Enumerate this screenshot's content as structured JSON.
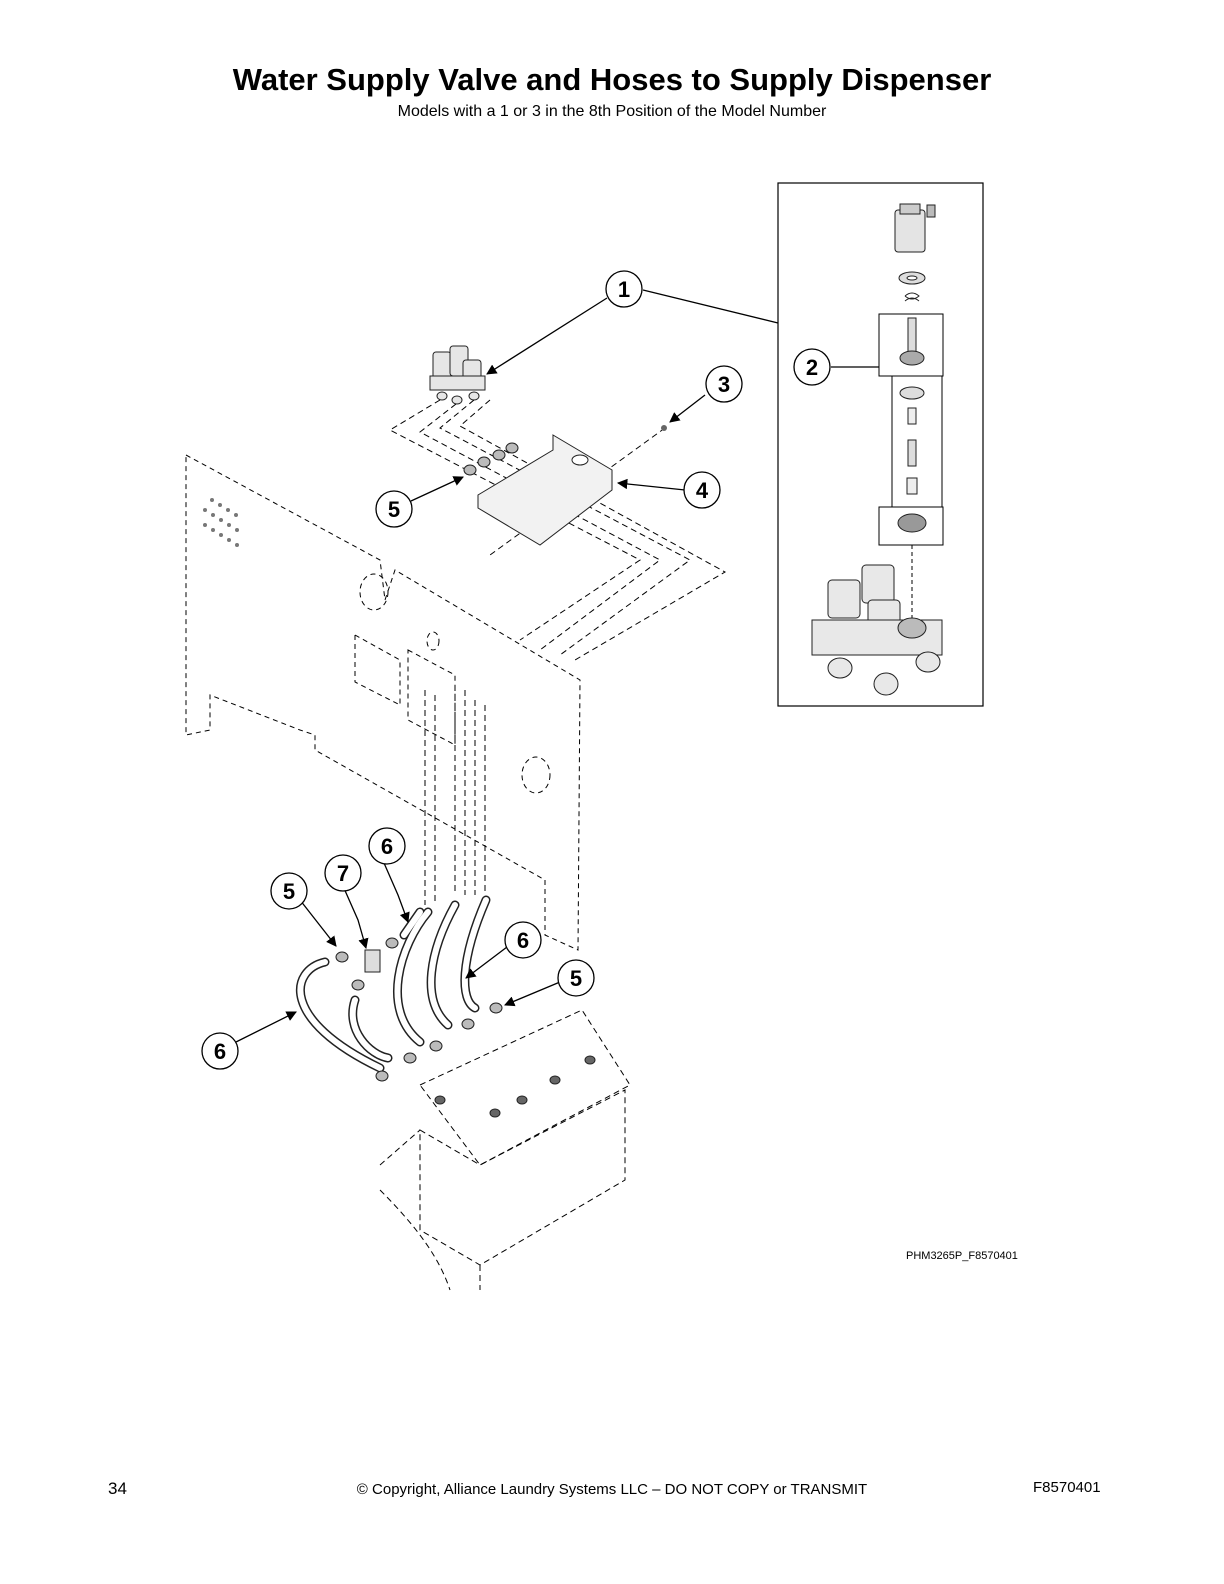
{
  "page": {
    "title": "Water Supply Valve and Hoses to Supply Dispenser",
    "subtitle": "Models with a 1 or 3 in the 8th Position of the Model Number",
    "figure_ref": "PHM3265P_F8570401",
    "page_number": "34",
    "copyright": "© Copyright, Alliance Laundry Systems LLC – DO NOT COPY or TRANSMIT",
    "doc_number": "F8570401"
  },
  "callouts": [
    "1",
    "2",
    "3",
    "4",
    "5",
    "5",
    "5",
    "6",
    "6",
    "6",
    "7"
  ]
}
